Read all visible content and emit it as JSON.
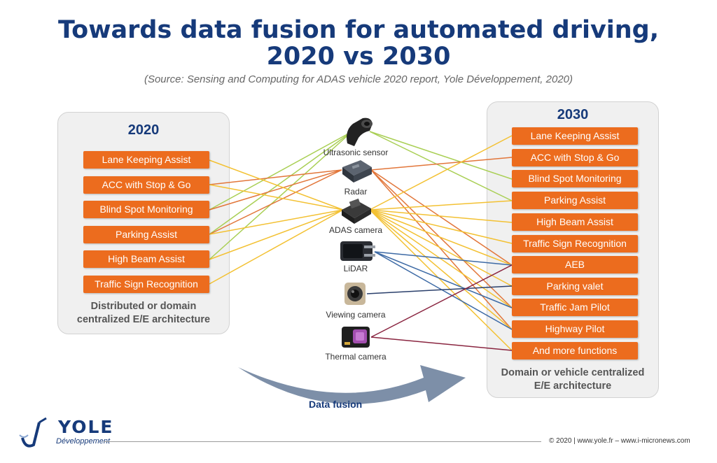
{
  "title_line1": "Towards data fusion for automated driving,",
  "title_line2": "2020 vs 2030",
  "source": "(Source: Sensing and Computing for ADAS vehicle 2020 report, Yole Développement, 2020)",
  "left_panel": {
    "year": "2020",
    "functions": [
      "Lane Keeping Assist",
      "ACC with Stop & Go",
      "Blind Spot Monitoring",
      "Parking Assist",
      "High Beam Assist",
      "Traffic Sign Recognition"
    ],
    "architecture_line1": "Distributed or domain",
    "architecture_line2": "centralized E/E architecture"
  },
  "sensors": [
    "Ultrasonic sensor",
    "Radar",
    "ADAS camera",
    "LiDAR",
    "Viewing camera",
    "Thermal camera"
  ],
  "right_panel": {
    "year": "2030",
    "functions": [
      "Lane Keeping Assist",
      "ACC with Stop & Go",
      "Blind Spot Monitoring",
      "Parking Assist",
      "High Beam Assist",
      "Traffic Sign Recognition",
      "AEB",
      "Parking valet",
      "Traffic Jam Pilot",
      "Highway Pilot",
      "And more functions"
    ],
    "architecture_line1": "Domain or vehicle centralized",
    "architecture_line2": "E/E architecture"
  },
  "arrow_label": "Data fusion",
  "logo": {
    "name": "YOLE",
    "sub": "Développement"
  },
  "footer": "© 2020 | www.yole.fr – www.i-micronews.com",
  "colors": {
    "title": "#163a7a",
    "function_box": "#ec6c1e",
    "ultrasonic_link": "#a9cf54",
    "radar_link": "#e2763a",
    "camera_link": "#f3c133",
    "lidar_link": "#3d6aa5",
    "viewing_link": "#2a3f6b",
    "thermal_link": "#8a2540"
  },
  "links": {
    "left": [
      {
        "sensor": 0,
        "function": 2
      },
      {
        "sensor": 0,
        "function": 3
      },
      {
        "sensor": 0,
        "function": 4
      },
      {
        "sensor": 1,
        "function": 1
      },
      {
        "sensor": 1,
        "function": 2
      },
      {
        "sensor": 1,
        "function": 3
      },
      {
        "sensor": 2,
        "function": 0
      },
      {
        "sensor": 2,
        "function": 1
      },
      {
        "sensor": 2,
        "function": 3
      },
      {
        "sensor": 2,
        "function": 4
      },
      {
        "sensor": 2,
        "function": 5
      }
    ],
    "right": [
      {
        "sensor": 0,
        "function": 2
      },
      {
        "sensor": 0,
        "function": 3
      },
      {
        "sensor": 1,
        "function": 1
      },
      {
        "sensor": 1,
        "function": 6
      },
      {
        "sensor": 1,
        "function": 8
      },
      {
        "sensor": 1,
        "function": 9
      },
      {
        "sensor": 2,
        "function": 0
      },
      {
        "sensor": 2,
        "function": 3
      },
      {
        "sensor": 2,
        "function": 4
      },
      {
        "sensor": 2,
        "function": 5
      },
      {
        "sensor": 2,
        "function": 6
      },
      {
        "sensor": 2,
        "function": 7
      },
      {
        "sensor": 2,
        "function": 8
      },
      {
        "sensor": 2,
        "function": 9
      },
      {
        "sensor": 2,
        "function": 10
      },
      {
        "sensor": 3,
        "function": 6
      },
      {
        "sensor": 3,
        "function": 8
      },
      {
        "sensor": 3,
        "function": 9
      },
      {
        "sensor": 4,
        "function": 7
      },
      {
        "sensor": 5,
        "function": 6
      },
      {
        "sensor": 5,
        "function": 10
      }
    ]
  }
}
